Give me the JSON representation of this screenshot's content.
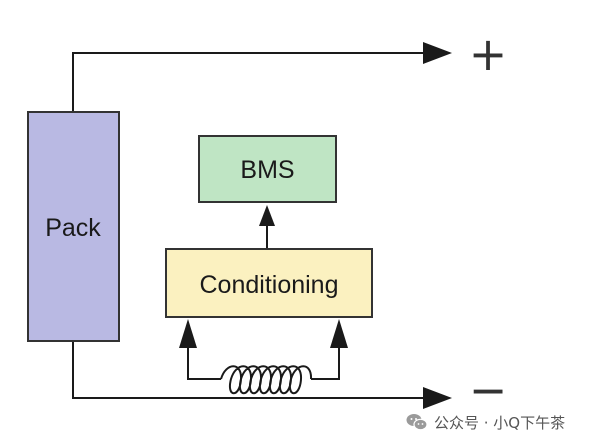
{
  "diagram": {
    "pack": {
      "label": "Pack",
      "fill": "#b9b9e3",
      "stroke": "#333333"
    },
    "bms": {
      "label": "BMS",
      "fill": "#bfe5c4",
      "stroke": "#333333"
    },
    "conditioning": {
      "label": "Conditioning",
      "fill": "#fbf1c0",
      "stroke": "#333333"
    },
    "terminal_positive": "+",
    "terminal_negative": "−",
    "sensor": "shunt-coil",
    "wire_color": "#1a1a1a"
  },
  "watermark": {
    "text": "公众号 · 小Q下午茶",
    "icon": "wechat-icon"
  }
}
